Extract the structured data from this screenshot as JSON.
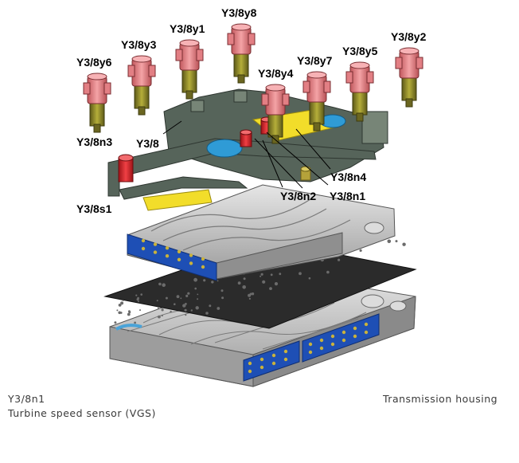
{
  "labels": {
    "y8": "Y3/8y8",
    "y1": "Y3/8y1",
    "y3": "Y3/8y3",
    "y6": "Y3/8y6",
    "y7": "Y3/8y7",
    "y5": "Y3/8y5",
    "y2": "Y3/8y2",
    "y4": "Y3/8y4",
    "y3_8": "Y3/8",
    "n3": "Y3/8n3",
    "n4": "Y3/8n4",
    "n2": "Y3/8n2",
    "n1": "Y3/8n1",
    "s1": "Y3/8s1"
  },
  "caption": {
    "code": "Y3/8n1",
    "description": "Turbine speed sensor (VGS)",
    "location": "Transmission housing"
  },
  "colors": {
    "solenoid_cap": "#e8888c",
    "solenoid_body": "#8f8a2c",
    "sensor_red": "#d9262a",
    "sensor_yellow": "#f2dd2a",
    "part_blue": "#2f9bd6",
    "carrier_green": "#56645a",
    "gasket_dark": "#2b2b2b",
    "valve_body": "#c8c8c8",
    "connector_blue": "#1e4fb5"
  }
}
